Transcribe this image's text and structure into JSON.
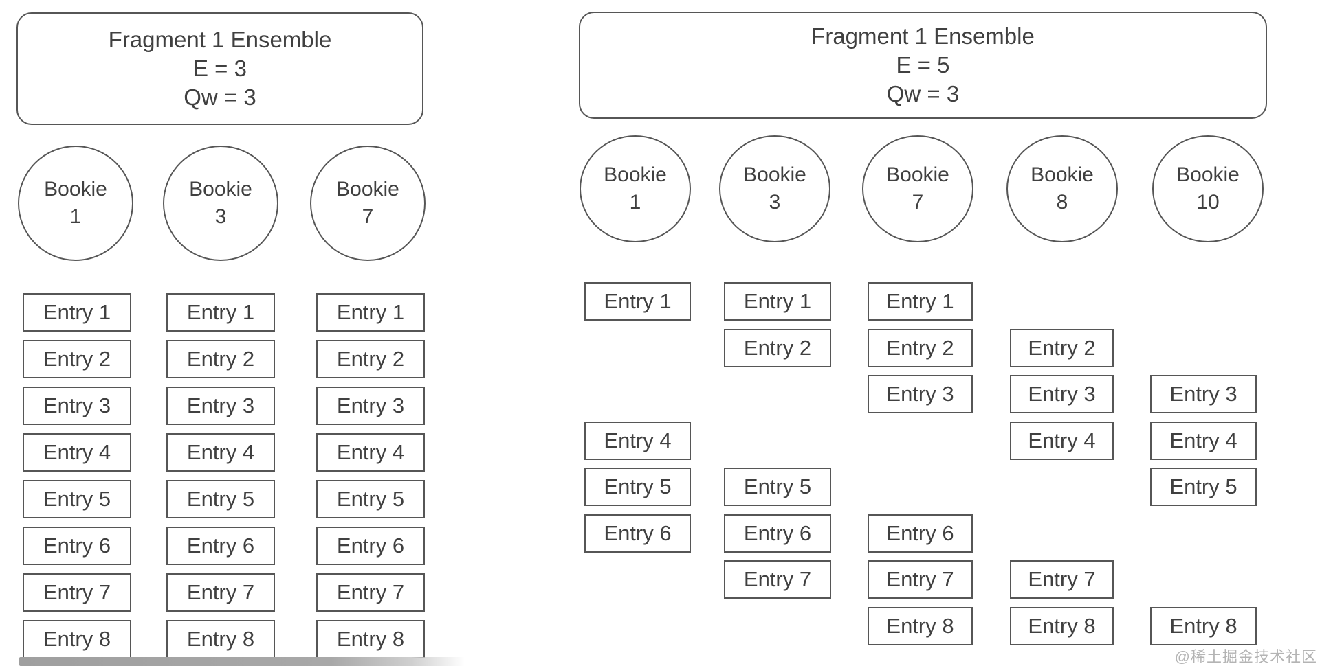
{
  "watermark": "@稀土掘金技术社区",
  "colors": {
    "stroke": "#565656",
    "text": "#404040",
    "watermark": "#b4b4b4",
    "background": "#ffffff"
  },
  "diagrams": [
    {
      "id": "left",
      "ensemble": {
        "title": "Fragment 1 Ensemble",
        "ensemble_size": "E = 3",
        "write_quorum": "Qw = 3"
      },
      "bookies": [
        {
          "name": "Bookie",
          "number": "1",
          "entries": [
            {
              "label": "Entry 1",
              "row": 1
            },
            {
              "label": "Entry 2",
              "row": 2
            },
            {
              "label": "Entry 3",
              "row": 3
            },
            {
              "label": "Entry 4",
              "row": 4
            },
            {
              "label": "Entry 5",
              "row": 5
            },
            {
              "label": "Entry 6",
              "row": 6
            },
            {
              "label": "Entry 7",
              "row": 7
            },
            {
              "label": "Entry 8",
              "row": 8
            }
          ]
        },
        {
          "name": "Bookie",
          "number": "3",
          "entries": [
            {
              "label": "Entry 1",
              "row": 1
            },
            {
              "label": "Entry 2",
              "row": 2
            },
            {
              "label": "Entry 3",
              "row": 3
            },
            {
              "label": "Entry 4",
              "row": 4
            },
            {
              "label": "Entry 5",
              "row": 5
            },
            {
              "label": "Entry 6",
              "row": 6
            },
            {
              "label": "Entry 7",
              "row": 7
            },
            {
              "label": "Entry 8",
              "row": 8
            }
          ]
        },
        {
          "name": "Bookie",
          "number": "7",
          "entries": [
            {
              "label": "Entry 1",
              "row": 1
            },
            {
              "label": "Entry 2",
              "row": 2
            },
            {
              "label": "Entry 3",
              "row": 3
            },
            {
              "label": "Entry 4",
              "row": 4
            },
            {
              "label": "Entry 5",
              "row": 5
            },
            {
              "label": "Entry 6",
              "row": 6
            },
            {
              "label": "Entry 7",
              "row": 7
            },
            {
              "label": "Entry 8",
              "row": 8
            }
          ]
        }
      ]
    },
    {
      "id": "right",
      "ensemble": {
        "title": "Fragment 1 Ensemble",
        "ensemble_size": "E = 5",
        "write_quorum": "Qw = 3"
      },
      "bookies": [
        {
          "name": "Bookie",
          "number": "1",
          "entries": [
            {
              "label": "Entry 1",
              "row": 1
            },
            {
              "label": "Entry 4",
              "row": 4
            },
            {
              "label": "Entry 5",
              "row": 5
            },
            {
              "label": "Entry 6",
              "row": 6
            }
          ]
        },
        {
          "name": "Bookie",
          "number": "3",
          "entries": [
            {
              "label": "Entry 1",
              "row": 1
            },
            {
              "label": "Entry 2",
              "row": 2
            },
            {
              "label": "Entry 5",
              "row": 5
            },
            {
              "label": "Entry 6",
              "row": 6
            },
            {
              "label": "Entry 7",
              "row": 7
            }
          ]
        },
        {
          "name": "Bookie",
          "number": "7",
          "entries": [
            {
              "label": "Entry 1",
              "row": 1
            },
            {
              "label": "Entry 2",
              "row": 2
            },
            {
              "label": "Entry 3",
              "row": 3
            },
            {
              "label": "Entry 6",
              "row": 6
            },
            {
              "label": "Entry 7",
              "row": 7
            },
            {
              "label": "Entry 8",
              "row": 8
            }
          ]
        },
        {
          "name": "Bookie",
          "number": "8",
          "entries": [
            {
              "label": "Entry 2",
              "row": 2
            },
            {
              "label": "Entry 3",
              "row": 3
            },
            {
              "label": "Entry 4",
              "row": 4
            },
            {
              "label": "Entry 7",
              "row": 7
            },
            {
              "label": "Entry 8",
              "row": 8
            }
          ]
        },
        {
          "name": "Bookie",
          "number": "10",
          "entries": [
            {
              "label": "Entry 3",
              "row": 3
            },
            {
              "label": "Entry 4",
              "row": 4
            },
            {
              "label": "Entry 5",
              "row": 5
            },
            {
              "label": "Entry 8",
              "row": 8
            }
          ]
        }
      ]
    }
  ]
}
